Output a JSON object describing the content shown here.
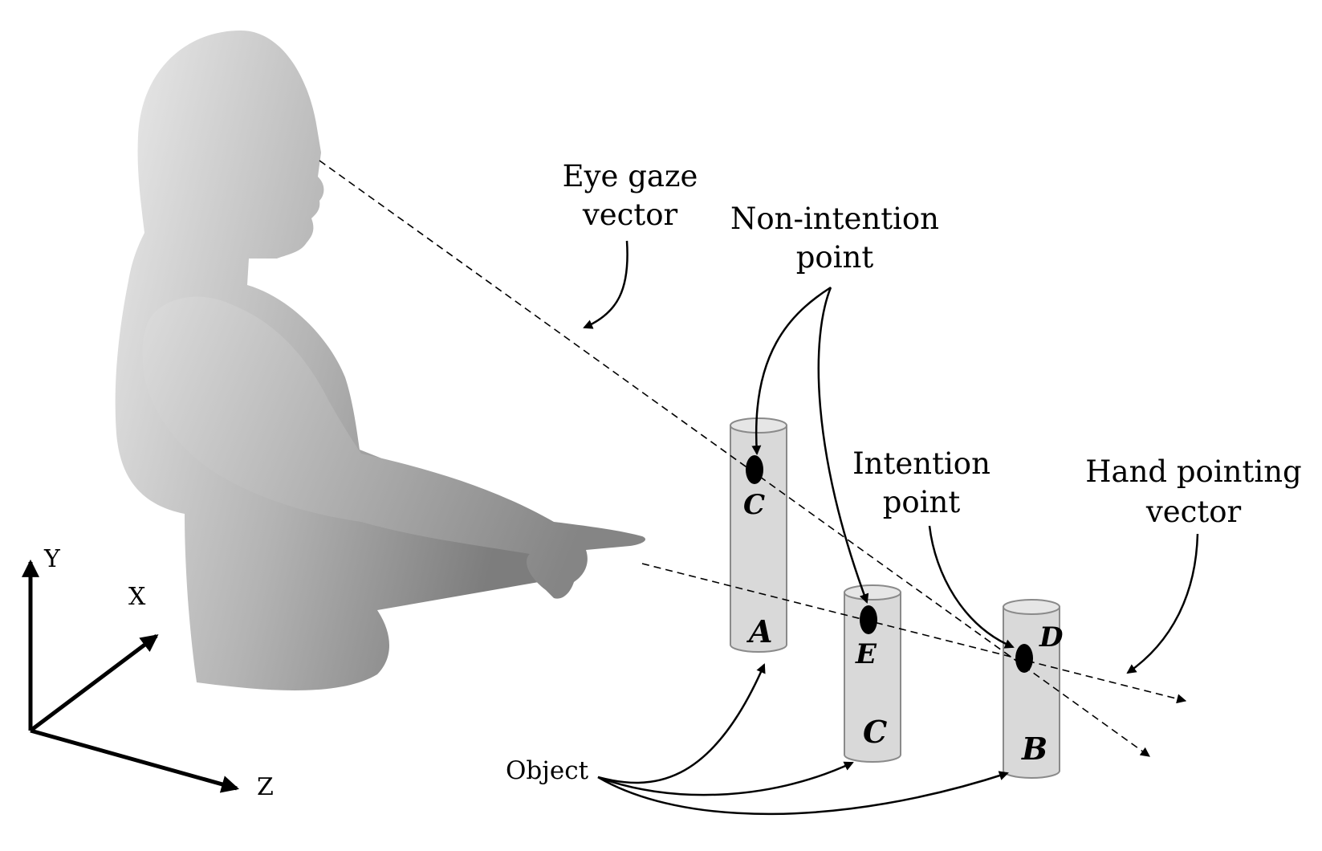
{
  "labels": {
    "eye_gaze": [
      "Eye gaze",
      "vector"
    ],
    "non_intention": [
      "Non-intention",
      "point"
    ],
    "intention": [
      "Intention",
      "point"
    ],
    "hand_pointing": [
      "Hand pointing",
      "vector"
    ],
    "object": "Object"
  },
  "axes": {
    "x": "X",
    "y": "Y",
    "z": "Z"
  },
  "objects": [
    {
      "id": "A",
      "label": "A"
    },
    {
      "id": "C",
      "label": "C"
    },
    {
      "id": "B",
      "label": "B"
    }
  ],
  "points": [
    {
      "id": "C",
      "label": "C"
    },
    {
      "id": "E",
      "label": "E"
    },
    {
      "id": "D",
      "label": "D"
    }
  ],
  "colors": {
    "cylinder_fill": "#d9d9d9",
    "cylinder_stroke": "#8a8a8a",
    "figure_light": "#e9e9e9",
    "figure_dark": "#7a7a7a",
    "ink": "#000000"
  }
}
